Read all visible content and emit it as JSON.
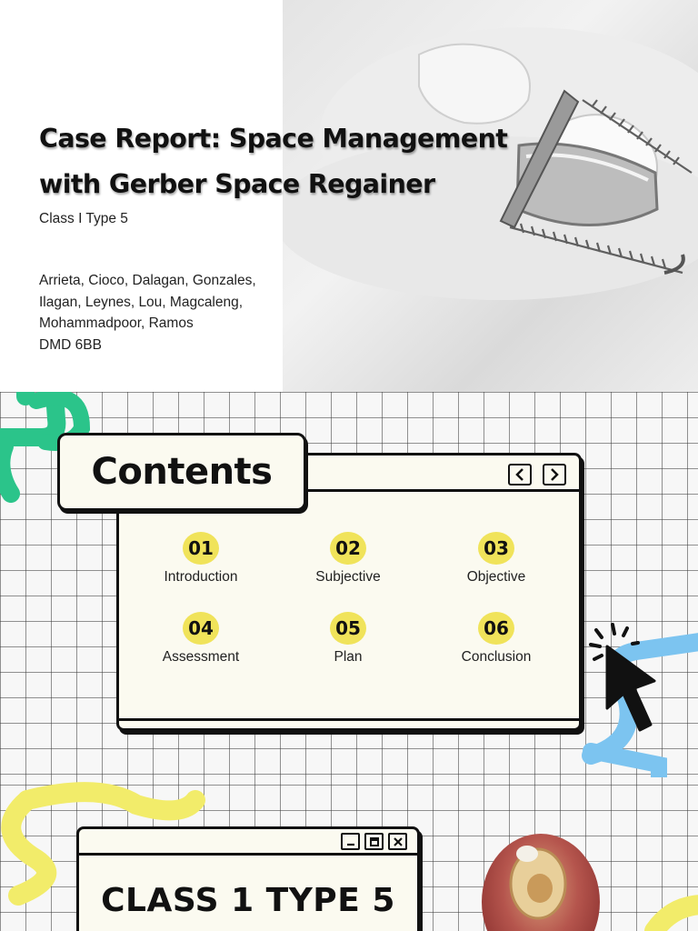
{
  "slide1": {
    "title_line1": "Case Report: Space Management",
    "title_line2": "with Gerber Space Regainer",
    "subtitle": "Class I Type 5",
    "authors": [
      "Arrieta, Cioco, Dalagan, Gonzales,",
      "Ilagan, Leynes, Lou, Magcaleng,",
      "Mohammadpoor, Ramos",
      "DMD 6BB"
    ]
  },
  "slide2": {
    "tab_title": "Contents",
    "items": [
      {
        "num": "01",
        "label": "Introduction"
      },
      {
        "num": "02",
        "label": "Subjective"
      },
      {
        "num": "03",
        "label": "Objective"
      },
      {
        "num": "04",
        "label": "Assessment"
      },
      {
        "num": "05",
        "label": "Plan"
      },
      {
        "num": "06",
        "label": "Conclusion"
      }
    ]
  },
  "slide3": {
    "heading": "CLASS 1 TYPE 5"
  },
  "colors": {
    "number_badge": "#f0e35a",
    "squiggle_green": "#2bc48a",
    "squiggle_blue": "#7cc4f0",
    "squiggle_yellow": "#f2ec6a",
    "window_fill": "#fbfaf0"
  },
  "icons": [
    "chevron-left-icon",
    "chevron-right-icon",
    "cursor-arrow-icon",
    "minimize-icon",
    "maximize-icon",
    "close-icon"
  ]
}
